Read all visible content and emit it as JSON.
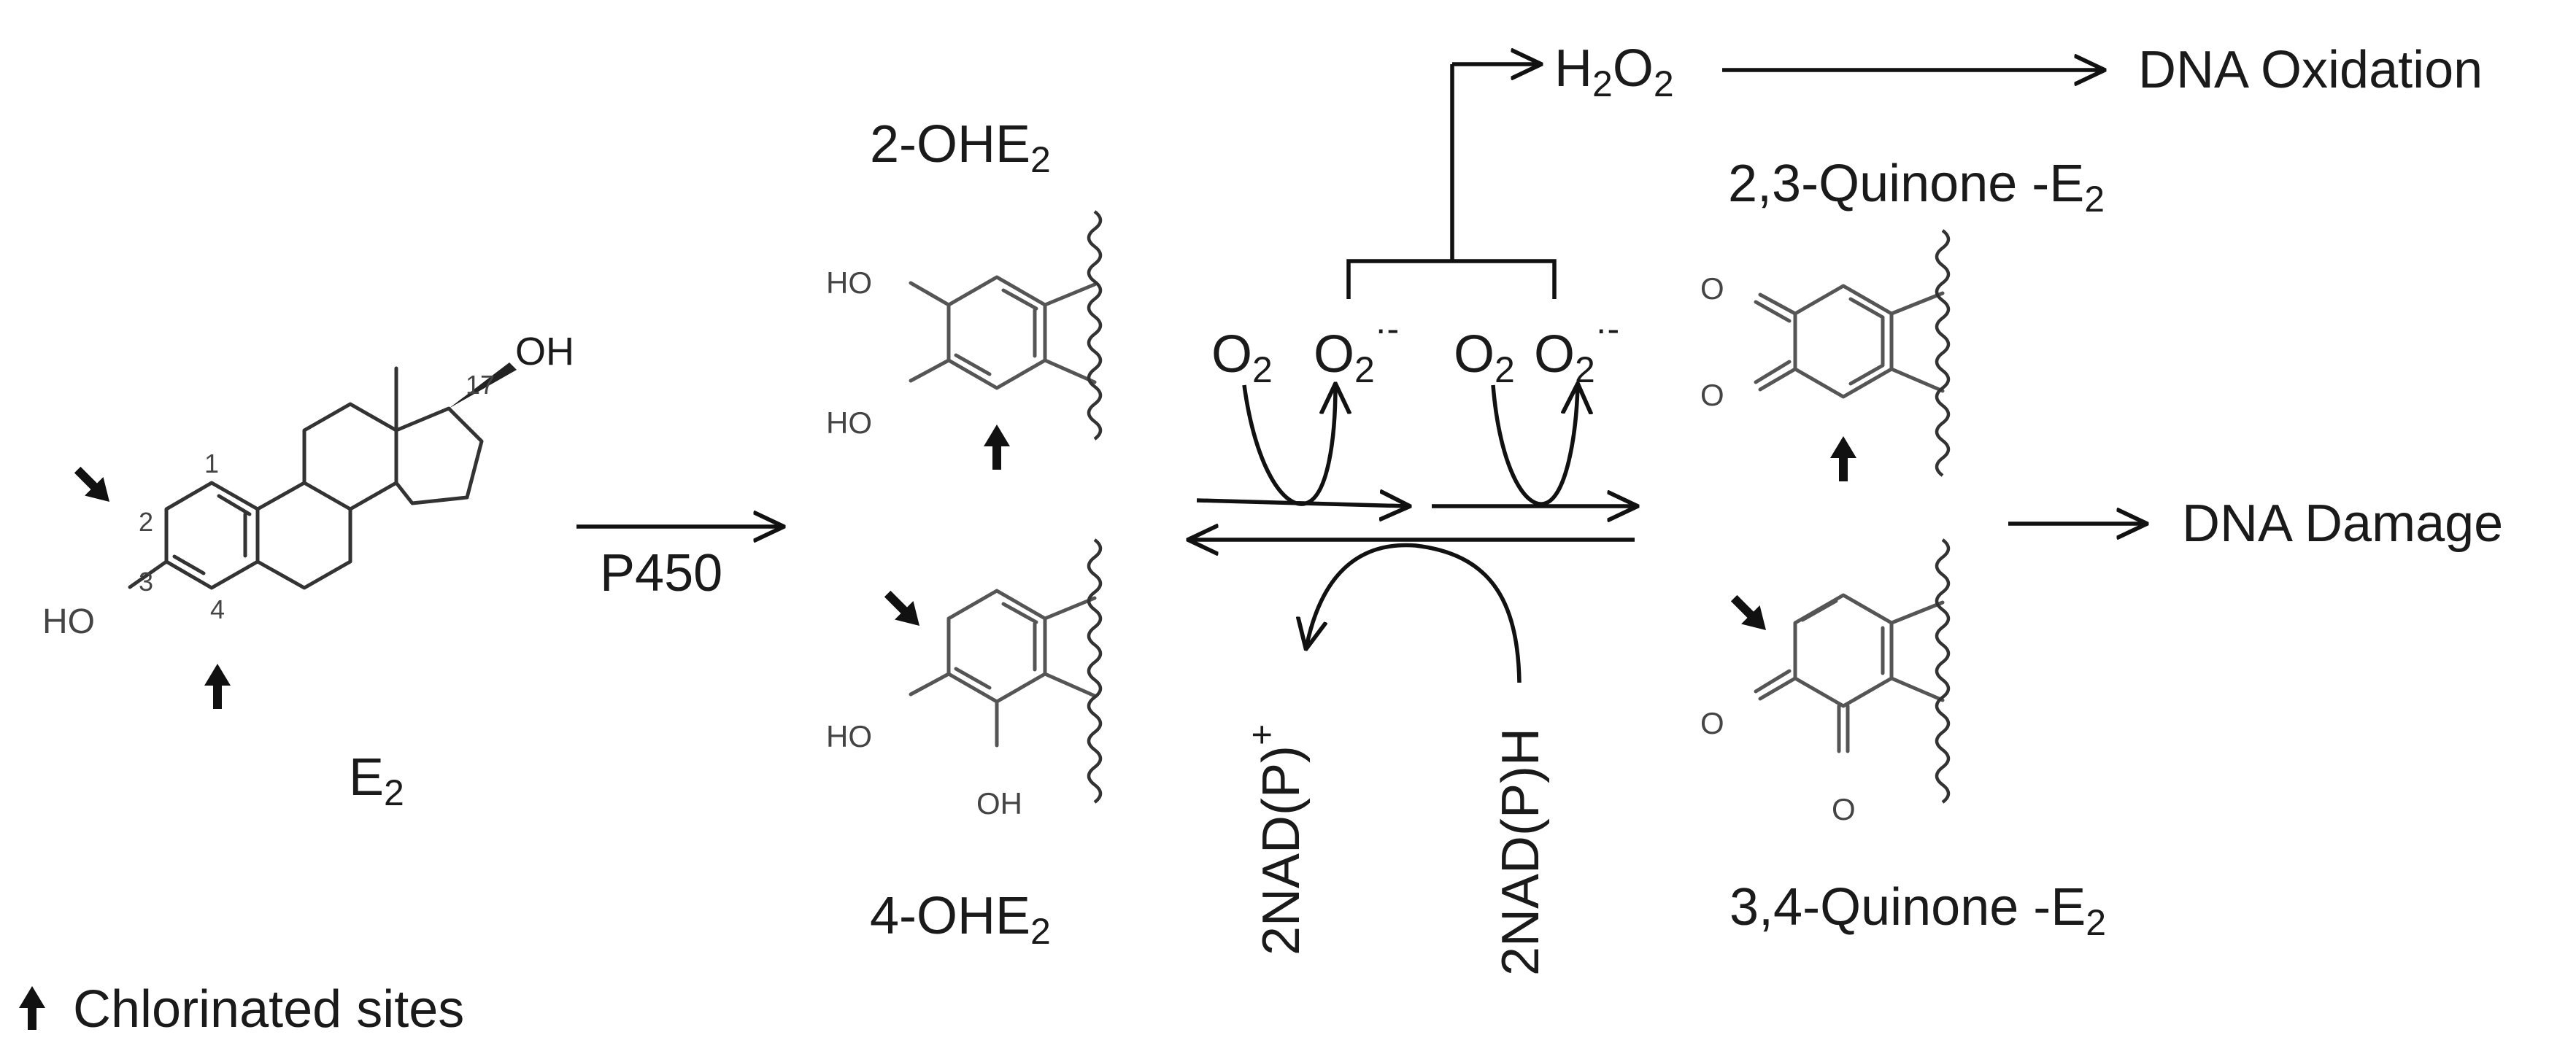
{
  "molecules": {
    "e2": {
      "label": "E",
      "sub": "2",
      "oh_17": "OH",
      "ho_3": "HO",
      "num_1": "1",
      "num_2": "2",
      "num_3": "3",
      "num_4": "4",
      "num_17": "17"
    },
    "ohe2_2": {
      "label": "2-OHE",
      "sub": "2",
      "ho_top": "HO",
      "ho_bottom": "HO"
    },
    "ohe2_4": {
      "label": "4-OHE",
      "sub": "2",
      "ho": "HO",
      "oh": "OH"
    },
    "quinone_23": {
      "label": "2,3-Quinone -E",
      "sub": "2",
      "o_top": "O",
      "o_bottom": "O"
    },
    "quinone_34": {
      "label": "3,4-Quinone -E",
      "sub": "2",
      "o_left": "O",
      "o_bottom": "O"
    }
  },
  "reactions": {
    "enzyme": "P450",
    "o2": "O",
    "o2_sub": "2",
    "superoxide_charge": "·-",
    "h2o2_h": "H",
    "h2o2_o": "O",
    "h2o2_sub": "2",
    "nadp_plus": "2NAD(P)",
    "nadp_plus_charge": "+",
    "nadph": "2NAD(P)H"
  },
  "outcomes": {
    "dna_oxidation": "DNA Oxidation",
    "dna_damage": "DNA Damage"
  },
  "legend": {
    "arrow_symbol": "🡅",
    "text": "Chlorinated sites"
  }
}
